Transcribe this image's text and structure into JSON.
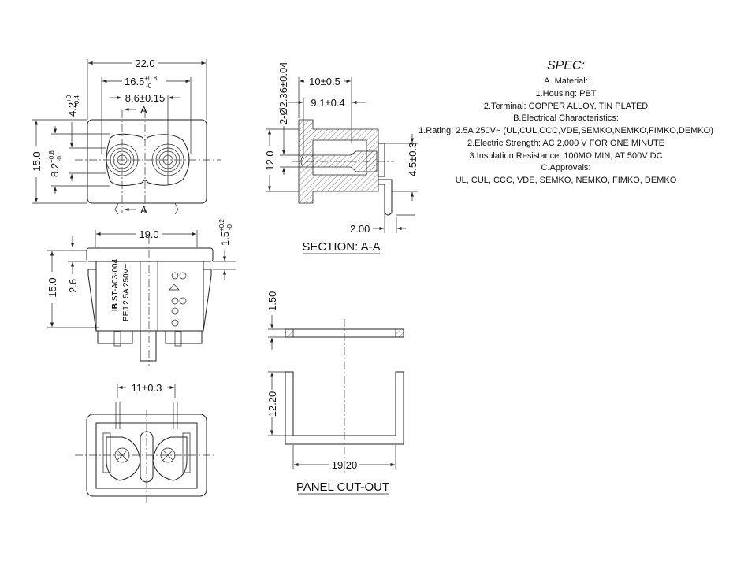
{
  "top_view": {
    "width": "22.0",
    "pitch_outer": {
      "main": "16.5",
      "tol_up": "+0.8",
      "tol_low": "-0"
    },
    "pitch": "8.6±0.15",
    "height": "15.0",
    "opening": {
      "main": "8.2",
      "tol_up": "+0.8",
      "tol_low": "-0"
    },
    "offset": {
      "main": "4.2",
      "tol_up": "+0",
      "tol_low": "-0.4"
    },
    "section_mark_top": "A",
    "section_mark_bottom": "A"
  },
  "section_view": {
    "pin_length_outer": "10±0.5",
    "pin_length_inner": "9.1±0.4",
    "pin_diameter": "2-Ø2.36±0.04",
    "height": "12.0",
    "terminal_height": "4.5±0.3",
    "terminal_offset": "2.00",
    "title": "SECTION: A-A"
  },
  "side_view": {
    "width": "19.0",
    "flange": {
      "main": "1.5",
      "tol_up": "+0.2",
      "tol_low": "-0"
    },
    "height": "15.0",
    "step": "2.6",
    "marking_line1": "ST-A03-004",
    "marking_line2": "BEJ 2.5A 250V~",
    "brand_logo": "IB"
  },
  "bottom_view": {
    "terminal_pitch": "11±0.3"
  },
  "panel_cutout": {
    "thickness": "1.50",
    "height": "12.20",
    "width": "19.20",
    "title": "PANEL CUT-OUT"
  },
  "spec": {
    "title": "SPEC:",
    "lines": [
      "A. Material:",
      "1.Housing: PBT",
      "2.Terminal: COPPER ALLOY, TIN PLATED",
      "B.Electrical Characteristics:",
      "1.Rating:  2.5A 250V~ (UL,CUL,CCC,VDE,SEMKO,NEMKO,FIMKO,DEMKO)",
      "2.Electric Strength: AC 2,000 V FOR ONE MINUTE",
      "3.Insulation Resistance: 100MΩ MIN, AT 500V DC",
      "C.Approvals:",
      "UL, CUL, CCC, VDE, SEMKO, NEMKO, FIMKO, DEMKO"
    ]
  }
}
